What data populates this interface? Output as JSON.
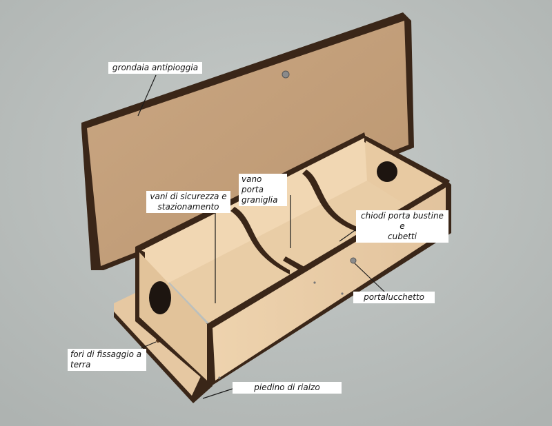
{
  "labels": {
    "grondaia": "grondaia antipioggia",
    "vani_line1": "vani di sicurezza e",
    "vani_line2": "stazionamento",
    "vano_line1": "vano porta",
    "vano_line2": "graniglia",
    "chiodi_line1": "chiodi porta bustine e",
    "chiodi_line2": "cubetti",
    "portalucchetto": "portalucchetto",
    "fori_line1": "fori di fissaggio a",
    "fori_line2": "terra",
    "piedino": "piedino di rialzo"
  },
  "colors": {
    "floor": "#bfc4c2",
    "cardboard": "#c9a57d",
    "plywood_light": "#f0d4b0",
    "plywood_mid": "#e3c39c",
    "plywood_dark_edge": "#3a2618",
    "leader": "#1a1a1a"
  }
}
